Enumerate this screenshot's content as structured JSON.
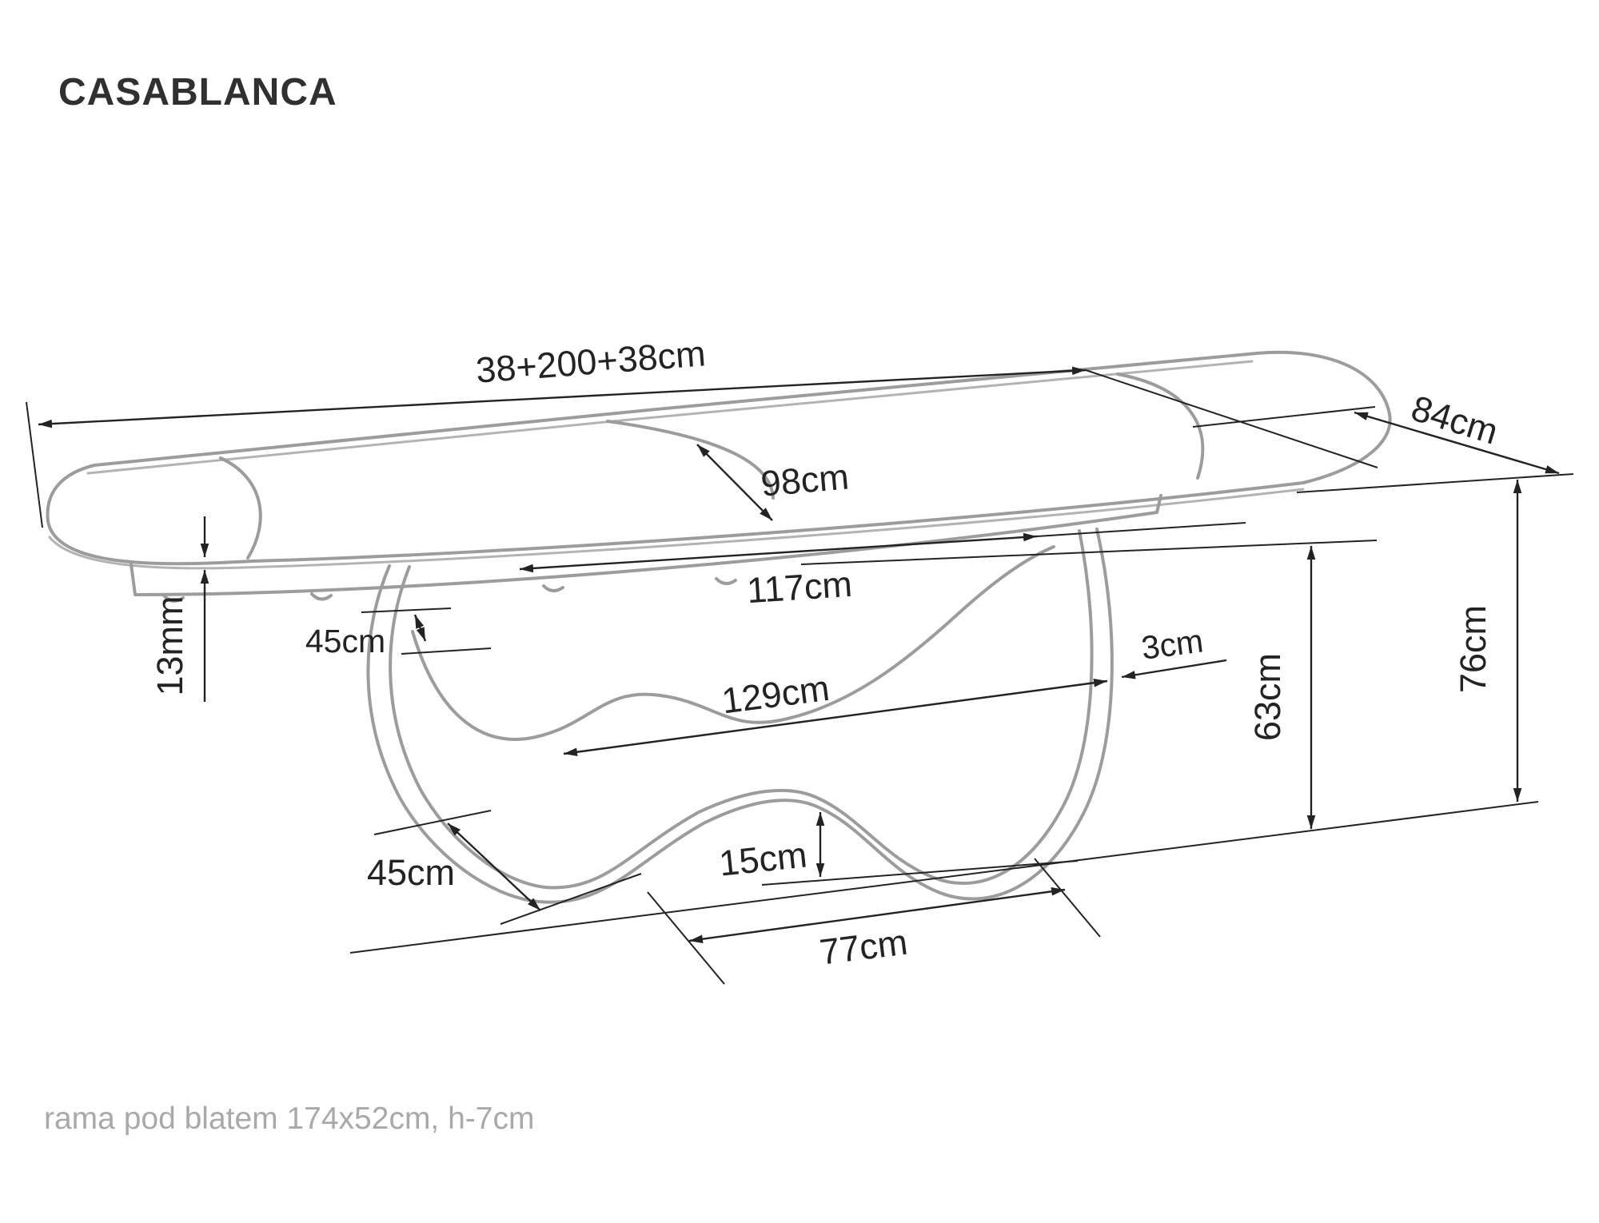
{
  "title": "CASABLANCA",
  "footnote": "rama pod blatem 174x52cm, h-7cm",
  "colors": {
    "drawing": "#9c9c9c",
    "drawing_light": "#b3b3b3",
    "dimension": "#232323",
    "title": "#303030",
    "footnote": "#a9a9a9",
    "background": "#ffffff"
  },
  "dimensions": {
    "total_length": "38+200+38cm",
    "depth": "84cm",
    "inner_width": "98cm",
    "frame_length": "117cm",
    "top_thickness": "13mm",
    "base_top_width": "45cm",
    "base_wall": "3cm",
    "base_length": "129cm",
    "base_clearance": "63cm",
    "table_height": "76cm",
    "base_bottom_width": "45cm",
    "hump_height": "15cm",
    "base_bottom_length": "77cm"
  }
}
